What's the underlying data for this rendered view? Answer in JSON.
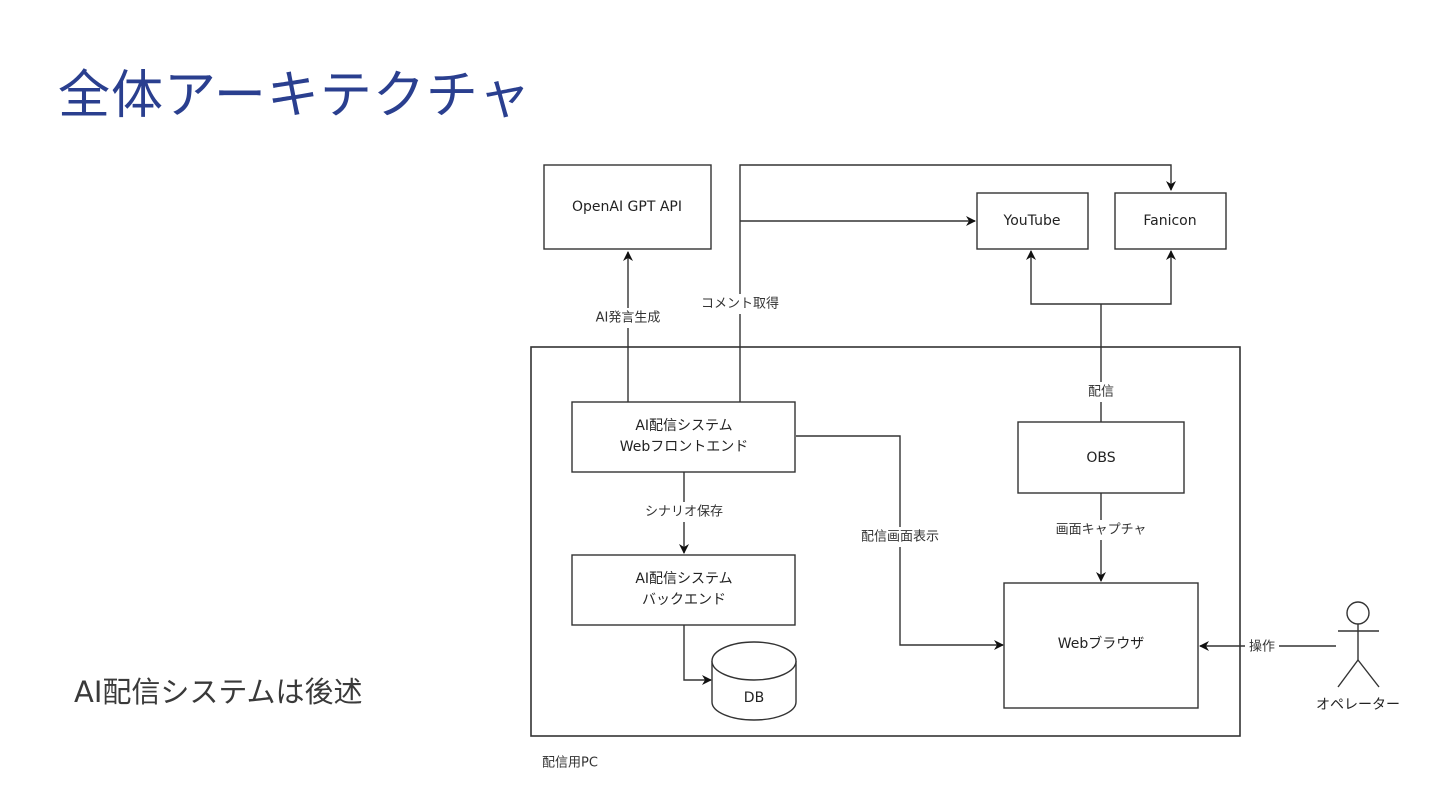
{
  "slide": {
    "title": "全体アーキテクチャ",
    "note": "AI配信システムは後述"
  },
  "diagram": {
    "container_label": "配信用PC",
    "nodes": {
      "openai": {
        "lines": [
          "OpenAI GPT API"
        ]
      },
      "youtube": {
        "lines": [
          "YouTube"
        ]
      },
      "fanicon": {
        "lines": [
          "Fanicon"
        ]
      },
      "frontend": {
        "lines": [
          "AI配信システム",
          "Webフロントエンド"
        ]
      },
      "backend": {
        "lines": [
          "AI配信システム",
          "バックエンド"
        ]
      },
      "db": {
        "lines": [
          "DB"
        ]
      },
      "obs": {
        "lines": [
          "OBS"
        ]
      },
      "browser": {
        "lines": [
          "Webブラウザ"
        ]
      },
      "operator": {
        "lines": [
          "オペレーター"
        ]
      }
    },
    "edges": {
      "ai_generate": {
        "label": "AI発言生成",
        "from": "frontend",
        "to": "openai"
      },
      "comment_fetch": {
        "label": "コメント取得",
        "from": "frontend",
        "to": [
          "youtube",
          "fanicon"
        ]
      },
      "scenario_save": {
        "label": "シナリオ保存",
        "from": "frontend",
        "to": "backend"
      },
      "db_write": {
        "label": "",
        "from": "backend",
        "to": "db"
      },
      "display": {
        "label": "配信画面表示",
        "from": "frontend",
        "to": "browser"
      },
      "broadcast": {
        "label": "配信",
        "from": "obs",
        "to": [
          "youtube",
          "fanicon"
        ]
      },
      "capture": {
        "label": "画面キャプチャ",
        "from": "obs",
        "to": "browser"
      },
      "operate": {
        "label": "操作",
        "from": "operator",
        "to": "browser"
      }
    }
  }
}
